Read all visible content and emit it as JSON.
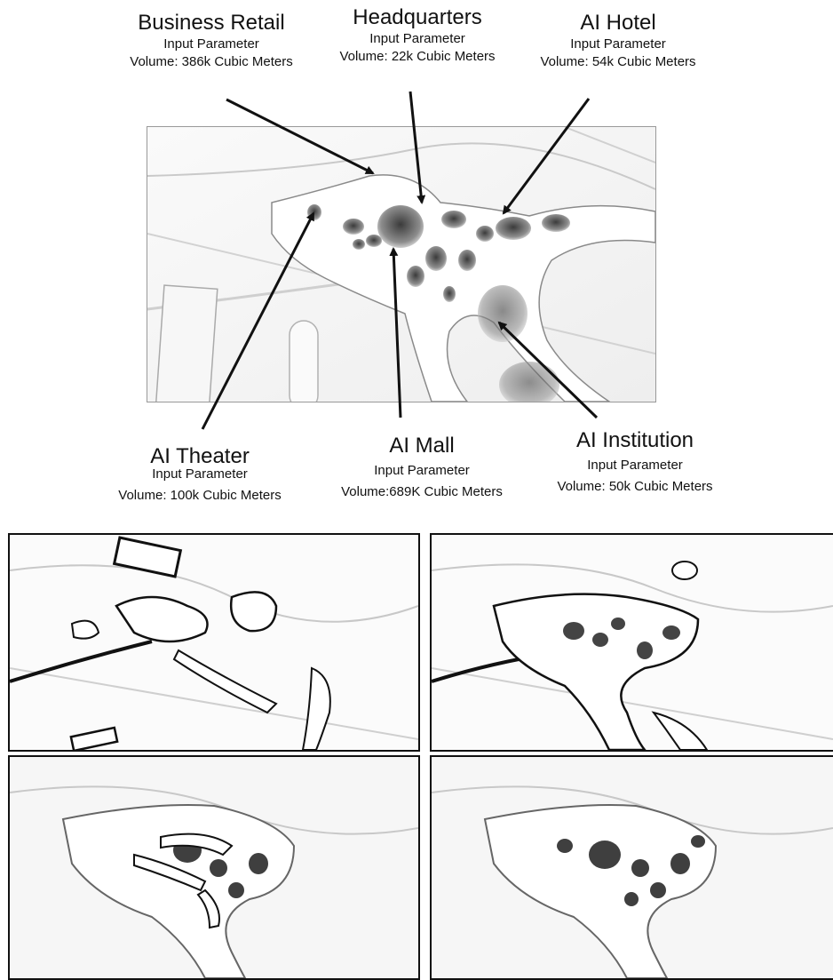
{
  "annotations": {
    "business_retail": {
      "title": "Business Retail",
      "param": "Input Parameter",
      "volume": "Volume: 386k Cubic Meters"
    },
    "headquarters": {
      "title": "Headquarters",
      "param": "Input Parameter",
      "volume": "Volume: 22k Cubic Meters"
    },
    "ai_hotel": {
      "title": "AI Hotel",
      "param": "Input Parameter",
      "volume": "Volume: 54k Cubic Meters"
    },
    "ai_theater": {
      "title": "AI Theater",
      "param": "Input Parameter",
      "volume": "Volume: 100k Cubic Meters"
    },
    "ai_mall": {
      "title": "AI Mall",
      "param": "Input Parameter",
      "volume": "Volume:689K Cubic Meters"
    },
    "ai_institution": {
      "title": "AI Institution",
      "param": "Input Parameter",
      "volume": "Volume: 50k Cubic Meters"
    }
  },
  "colors": {
    "ink": "#111111",
    "surface": "#ffffff",
    "shadow": "#8a8a8a",
    "hole": "#4a4a4a",
    "ground": "#f4f4f4"
  },
  "render_panels": [
    "iteration-1",
    "iteration-2",
    "iteration-3",
    "iteration-4"
  ]
}
